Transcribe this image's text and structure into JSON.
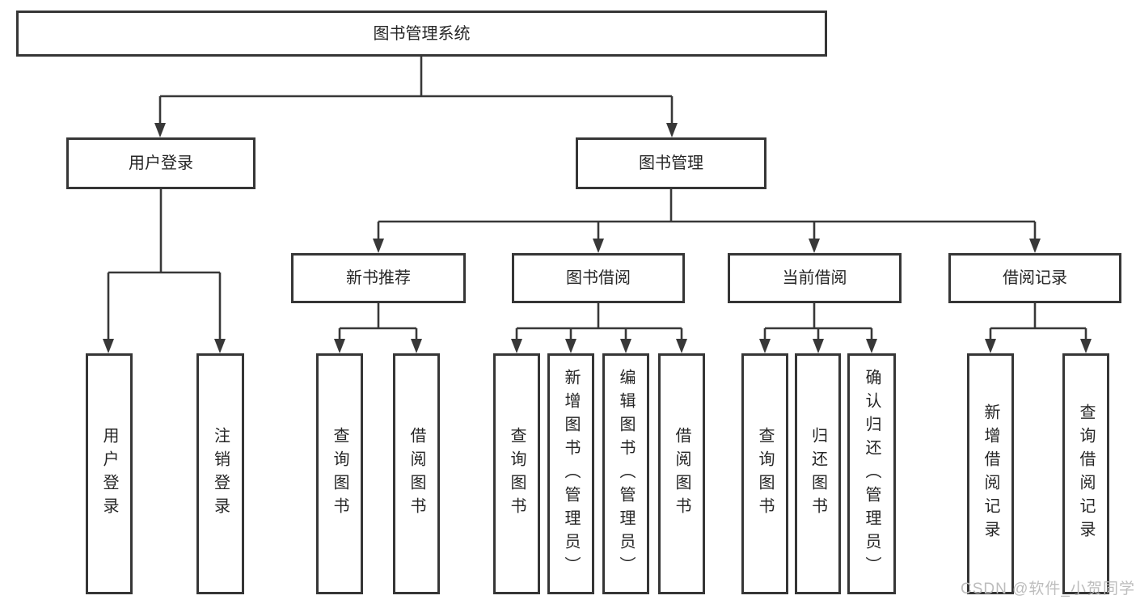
{
  "tree": {
    "root": {
      "label": "图书管理系统"
    },
    "branches": [
      {
        "label": "用户登录",
        "children": [
          {
            "label": "用户登录"
          },
          {
            "label": "注销登录"
          }
        ]
      },
      {
        "label": "图书管理",
        "sections": [
          {
            "label": "新书推荐",
            "children": [
              {
                "label": "查询图书"
              },
              {
                "label": "借阅图书"
              }
            ]
          },
          {
            "label": "图书借阅",
            "children": [
              {
                "label": "查询图书"
              },
              {
                "label": "新增图书（管理员）"
              },
              {
                "label": "编辑图书（管理员）"
              },
              {
                "label": "借阅图书"
              }
            ]
          },
          {
            "label": "当前借阅",
            "children": [
              {
                "label": "查询图书"
              },
              {
                "label": "归还图书"
              },
              {
                "label": "确认归还（管理员）"
              }
            ]
          },
          {
            "label": "借阅记录",
            "children": [
              {
                "label": "新增借阅记录"
              },
              {
                "label": "查询借阅记录"
              }
            ]
          }
        ]
      }
    ]
  },
  "watermark": {
    "text": "CSDN @软件_小贺同学",
    "color": "#bdbdbd"
  },
  "colors": {
    "background": "#ffffff",
    "box_border": "#363636",
    "connector_line": "#383838",
    "text": "#262626"
  }
}
